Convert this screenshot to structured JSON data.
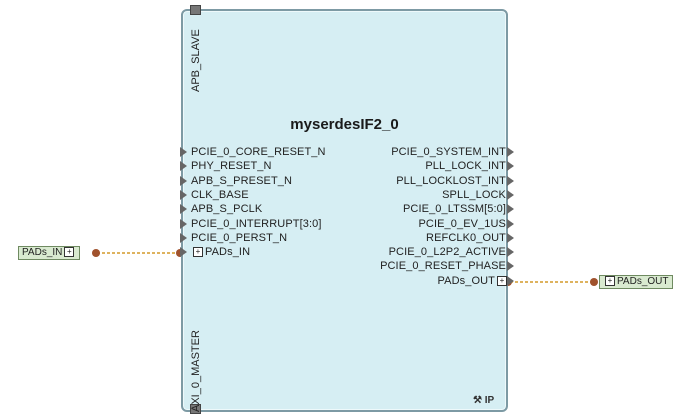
{
  "block": {
    "title": "myserdesIF2_0",
    "top_label": "APB_SLAVE",
    "bottom_label": "AXI_0_MASTER",
    "ip_badge": "IP"
  },
  "left_pins": [
    {
      "label": "PCIE_0_CORE_RESET_N"
    },
    {
      "label": "PHY_RESET_N"
    },
    {
      "label": "APB_S_PRESET_N"
    },
    {
      "label": "CLK_BASE"
    },
    {
      "label": "APB_S_PCLK"
    },
    {
      "label": "PCIE_0_INTERRUPT[3:0]"
    },
    {
      "label": "PCIE_0_PERST_N"
    },
    {
      "label": "PADs_IN"
    }
  ],
  "right_pins": [
    {
      "label": "PCIE_0_SYSTEM_INT"
    },
    {
      "label": "PLL_LOCK_INT"
    },
    {
      "label": "PLL_LOCKLOST_INT"
    },
    {
      "label": "SPLL_LOCK"
    },
    {
      "label": "PCIE_0_LTSSM[5:0]"
    },
    {
      "label": "PCIE_0_EV_1US"
    },
    {
      "label": "REFCLK0_OUT"
    },
    {
      "label": "PCIE_0_L2P2_ACTIVE"
    },
    {
      "label": "PCIE_0_RESET_PHASE"
    },
    {
      "label": "PADs_OUT"
    }
  ],
  "external_ports": {
    "input": "PADs_IN",
    "output": "PADs_OUT"
  },
  "colors": {
    "block_fill": "#d6eef3",
    "wire": "#d49a2a",
    "port_dot": "#a0522d",
    "port_fill": "#d9ead0"
  }
}
